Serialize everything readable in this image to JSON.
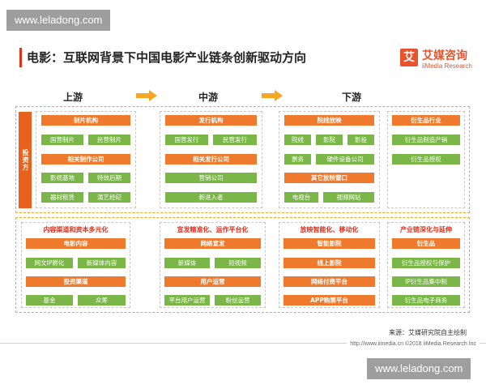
{
  "watermark_text": "www.leladong.com",
  "title": "电影：互联网背景下中国电影产业链条创新驱动方向",
  "logo": {
    "mark": "艾",
    "name": "艾媒咨询",
    "en": "iiMedia Research"
  },
  "stages": {
    "upstream": "上游",
    "midstream": "中游",
    "downstream": "下游"
  },
  "side_label": "投资方",
  "top_section": {
    "upstream": {
      "head": "制片机构",
      "pair1": [
        "国营制片",
        "民营制片"
      ],
      "sub": "相关制作公司",
      "pair2": [
        "影视基地",
        "特效后期"
      ],
      "pair3": [
        "器材租赁",
        "演艺经纪"
      ]
    },
    "midstream": {
      "head": "发行机构",
      "pair1": [
        "国营发行",
        "民营发行"
      ],
      "sub": "相关发行公司",
      "single1": "营销公司",
      "single2": "新进入者"
    },
    "downstream": {
      "head": "院线放映",
      "triple": [
        "院线",
        "影院",
        "影投"
      ],
      "pair1": [
        "票务",
        "硬件设备公司"
      ],
      "sub": "其它放映窗口",
      "pair2": [
        "电视台",
        "视频网站"
      ]
    },
    "derivative": {
      "head": "衍生品行业",
      "item1": "衍生品制造产销",
      "item2": "衍生品授权"
    }
  },
  "bottom_section": {
    "col1": {
      "caption": "内容渠道和资本多元化",
      "head1": "电影内容",
      "pair": [
        "网文IP孵化",
        "新媒体内容"
      ],
      "head2": "投资渠道",
      "pair2": [
        "基金",
        "众筹"
      ]
    },
    "col2": {
      "caption": "宣发精准化、运作平台化",
      "head1": "网络宣发",
      "pair": [
        "新媒体",
        "短视频"
      ],
      "head2": "用户运营",
      "pair2": [
        "平台用户运营",
        "粉丝运营"
      ]
    },
    "col3": {
      "caption": "放映智能化、移动化",
      "head1": "智能影院",
      "head2": "线上影院",
      "head3": "网络付费平台",
      "head4": "APP购票平台"
    },
    "col4": {
      "caption": "产业链深化与延伸",
      "head1": "衍生品",
      "item1": "衍生品授权与保护",
      "item2": "IP衍生品集中制",
      "item3": "衍生品电子商务"
    }
  },
  "source": "来源：艾媒研究院自主绘制",
  "footer": "http://www.iimedia.cn   ©2018  iiMedia Research  Inc"
}
